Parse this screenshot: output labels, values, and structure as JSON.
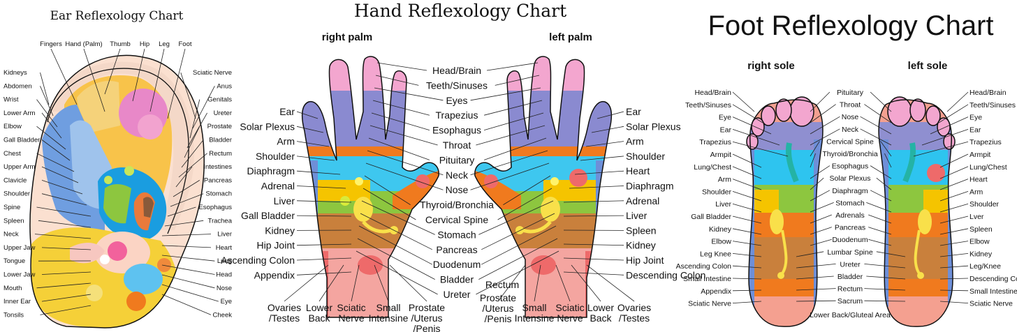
{
  "ear": {
    "title": "Ear Reflexology Chart",
    "top_labels": [
      "Fingers",
      "Hand (Palm)",
      "Thumb",
      "Hip",
      "Leg",
      "Foot"
    ],
    "left_labels": [
      "Kidneys",
      "Abdomen",
      "Wrist",
      "Lower Arm",
      "Elbow",
      "Gall Bladder",
      "Chest",
      "Upper Arm",
      "Clavicle",
      "Shoulder",
      "Spine",
      "Spleen",
      "Neck",
      "Upper Jaw",
      "Tongue",
      "Lower Jaw",
      "Mouth",
      "Inner Ear",
      "Tonsils"
    ],
    "right_labels": [
      "Sciatic Nerve",
      "Anus",
      "Genitals",
      "Ureter",
      "Prostate",
      "Bladder",
      "Rectum",
      "Intestines",
      "Pancreas",
      "Stomach",
      "Esophagus",
      "Trachea",
      "Liver",
      "Heart",
      "Lung",
      "Head",
      "Nose",
      "Eye",
      "Cheek"
    ]
  },
  "hand": {
    "title": "Hand Reflexology Chart",
    "right_palm_label": "right palm",
    "left_palm_label": "left palm",
    "center_labels": [
      "Head/Brain",
      "Teeth/Sinuses",
      "Eyes",
      "Trapezius",
      "Esophagus",
      "Throat",
      "Pituitary",
      "Neck",
      "Nose",
      "Thyroid/Bronchia",
      "Cervical Spine",
      "Stomach",
      "Pancreas",
      "Duodenum",
      "Bladder",
      "Ureter"
    ],
    "left_side_labels": [
      "Ear",
      "Solar Plexus",
      "Arm",
      "Shoulder",
      "Diaphragm",
      "Adrenal",
      "Liver",
      "Gall Bladder",
      "Kidney",
      "Hip Joint",
      "Ascending Colon",
      "Appendix"
    ],
    "right_side_labels": [
      "Ear",
      "Solar Plexus",
      "Arm",
      "Shoulder",
      "Heart",
      "Diaphragm",
      "Adrenal",
      "Liver",
      "Spleen",
      "Kidney",
      "Hip Joint",
      "Descending Colon"
    ],
    "right_palm_bottom": [
      [
        "Ovaries",
        "/Testes"
      ],
      [
        "Lower",
        "Back"
      ],
      [
        "Sciatic",
        "Nerve"
      ],
      [
        "Small",
        "Intensine"
      ],
      [
        "Prostate",
        "/Uterus",
        "/Penis"
      ]
    ],
    "rectum_label": "Rectum",
    "left_palm_bottom": [
      [
        "Prostate",
        "/Uterus",
        "/Penis"
      ],
      [
        "Small",
        "Intensine"
      ],
      [
        "Sciatic",
        "Nerve"
      ],
      [
        "Lower",
        "Back"
      ],
      [
        "Ovaries",
        "/Testes"
      ]
    ]
  },
  "foot": {
    "title": "Foot Reflexology Chart",
    "right_sole_label": "right sole",
    "left_sole_label": "left sole",
    "left_labels": [
      "Head/Brain",
      "Teeth/Sinuses",
      "Eye",
      "Ear",
      "Trapezius",
      "Armpit",
      "Lung/Chest",
      "Arm",
      "Shoulder",
      "Liver",
      "Gall Bladder",
      "Kidney",
      "Elbow",
      "Leg Knee",
      "Ascending Colon",
      "Small Intestine",
      "Appendix",
      "Sciatic Nerve"
    ],
    "center_labels": [
      "Pituitary",
      "Throat",
      "Nose",
      "Neck",
      "Cervical Spine",
      "Thyroid/Bronchia",
      "Esophagus",
      "Solar Plexus",
      "Diaphragm",
      "Stomach",
      "Adrenals",
      "Pancreas",
      "Duodenum",
      "Lumbar Spine",
      "Ureter",
      "Bladder",
      "Rectum",
      "Sacrum",
      "Lower Back/Gluteal Area"
    ],
    "right_labels": [
      "Head/Brain",
      "Teeth/Sinuses",
      "Eye",
      "Ear",
      "Trapezius",
      "Armpit",
      "Lung/Chest",
      "Heart",
      "Arm",
      "Shoulder",
      "Lver",
      "Spleen",
      "Elbow",
      "Kidney",
      "Leg/Knee",
      "Descending Colon",
      "Small Intestine",
      "Sciatic Nerve"
    ]
  },
  "colors": {
    "pink": "#f08cc0",
    "purple": "#8f8fd0",
    "blue": "#6e8fd8",
    "cyan": "#2ec4ef",
    "orange": "#f07a1e",
    "yellow": "#f5d020",
    "green": "#8dc63f",
    "brown": "#c9803c",
    "salmon": "#f2a089",
    "red": "#ee5a5a"
  }
}
